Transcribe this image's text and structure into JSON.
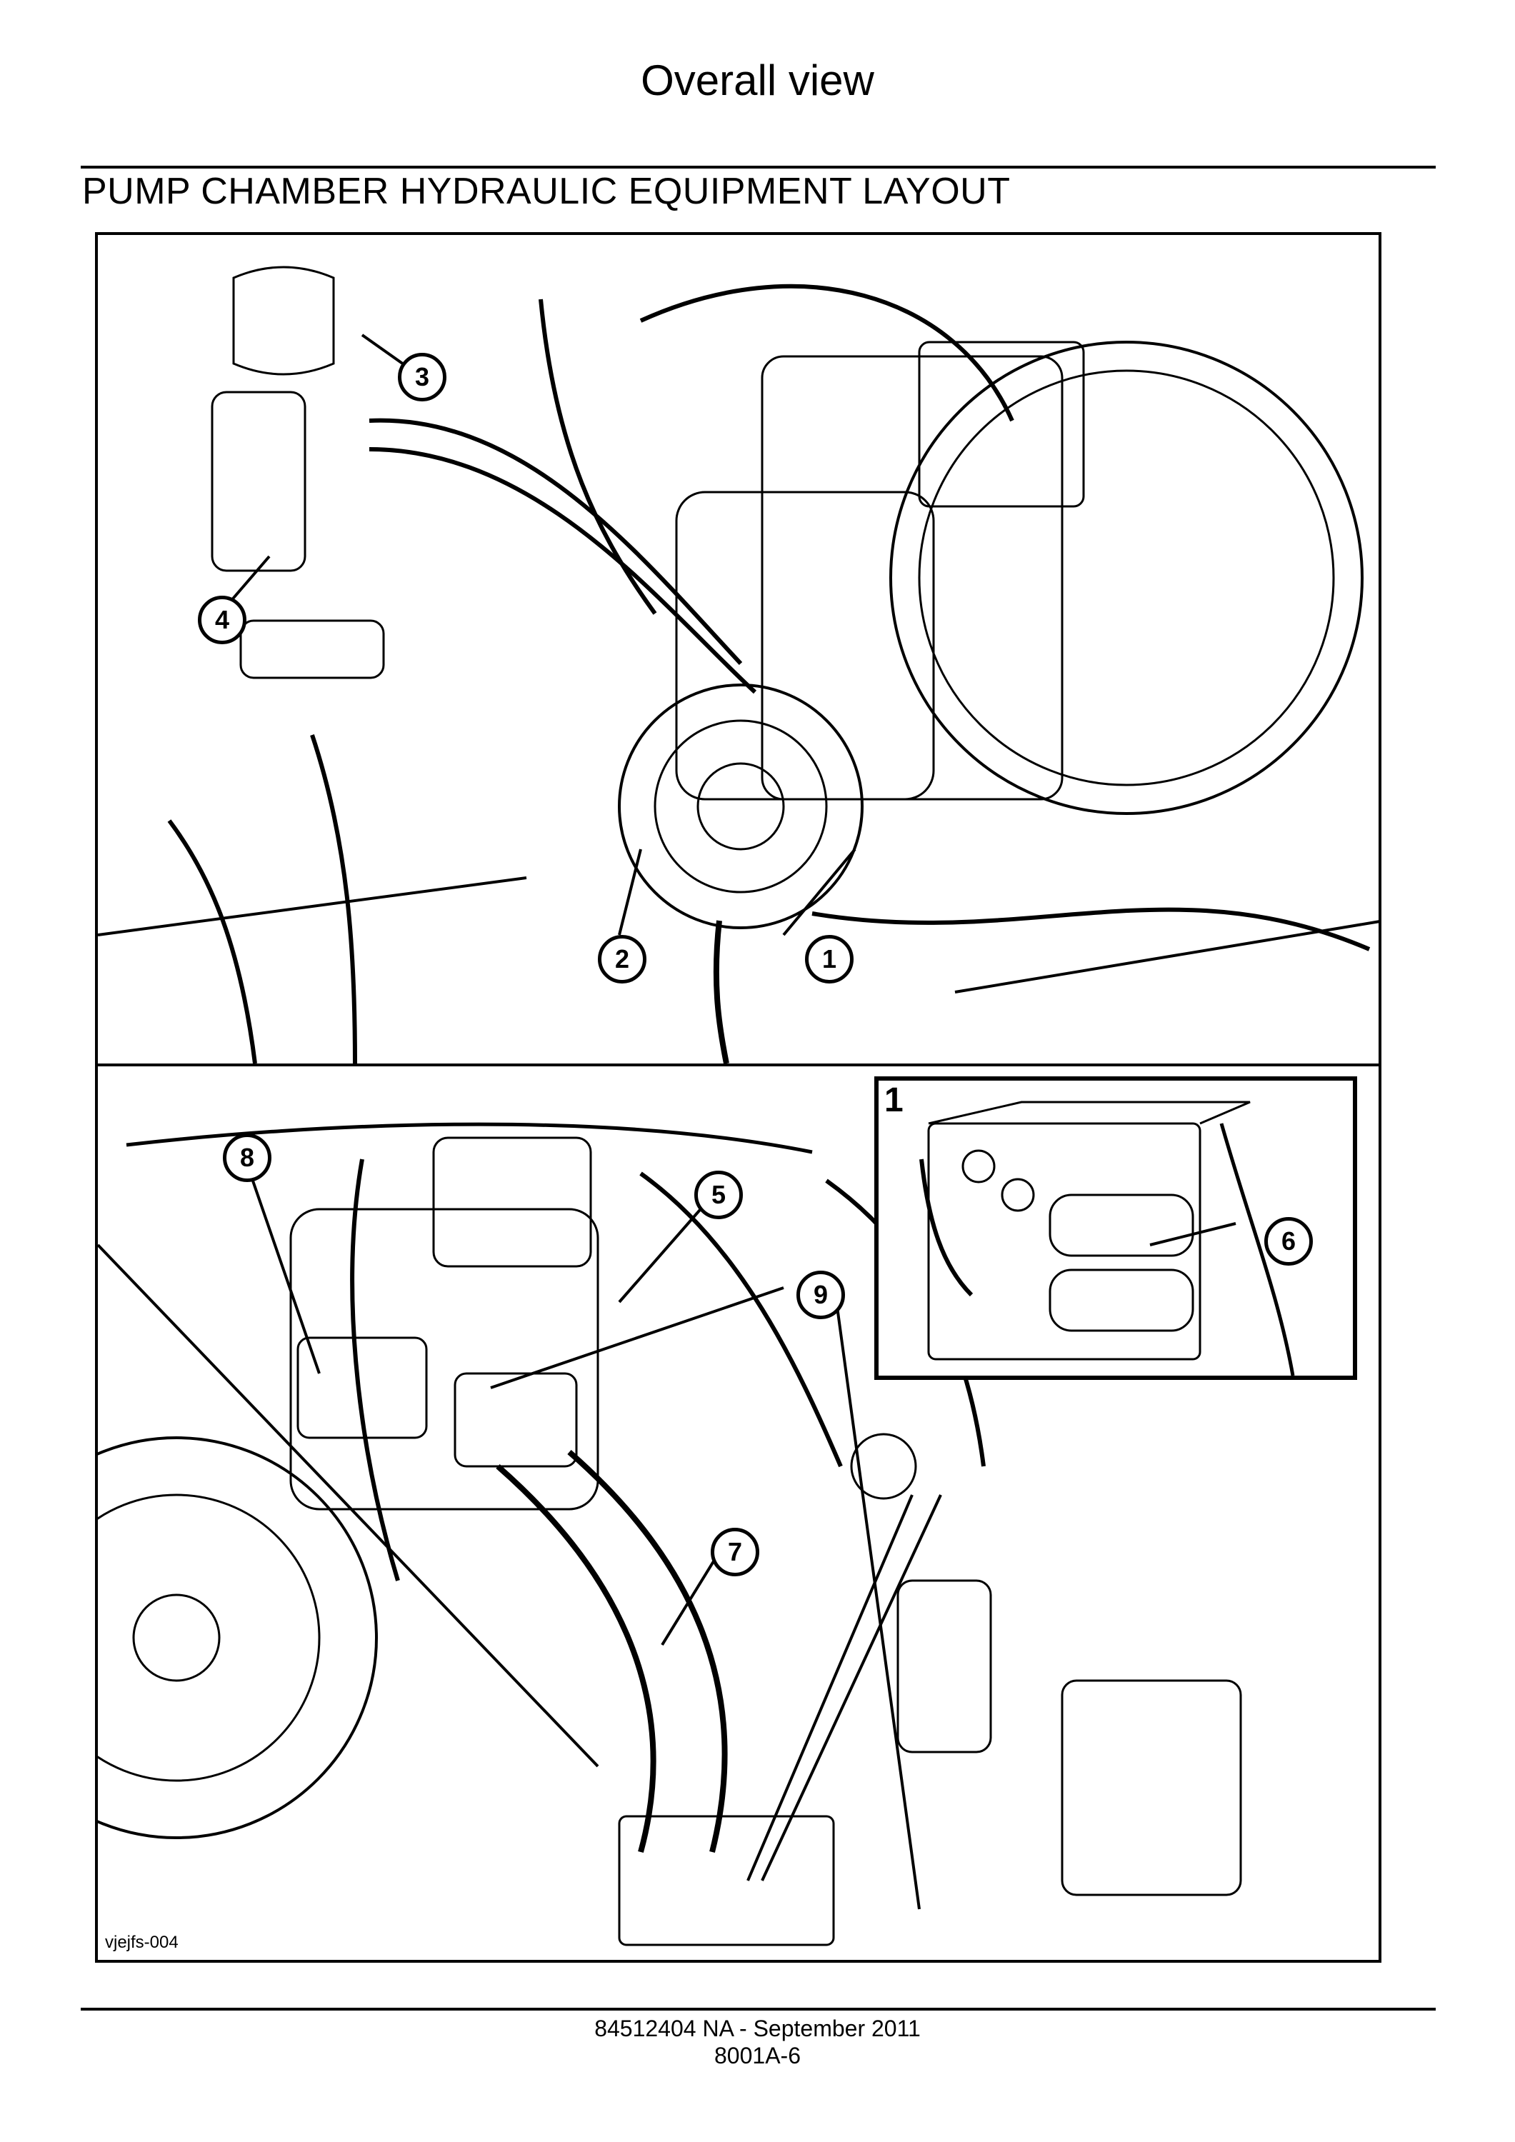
{
  "header": {
    "title": "Overall view"
  },
  "section": {
    "title": "PUMP CHAMBER HYDRAULIC EQUIPMENT LAYOUT"
  },
  "figure": {
    "image_id": "vjejfs-004",
    "inset_label": "1",
    "callouts": [
      "1",
      "2",
      "3",
      "4",
      "5",
      "6",
      "7",
      "8",
      "9"
    ]
  },
  "footer": {
    "line1": "84512404 NA - September 2011",
    "line2": "8001A-6"
  }
}
